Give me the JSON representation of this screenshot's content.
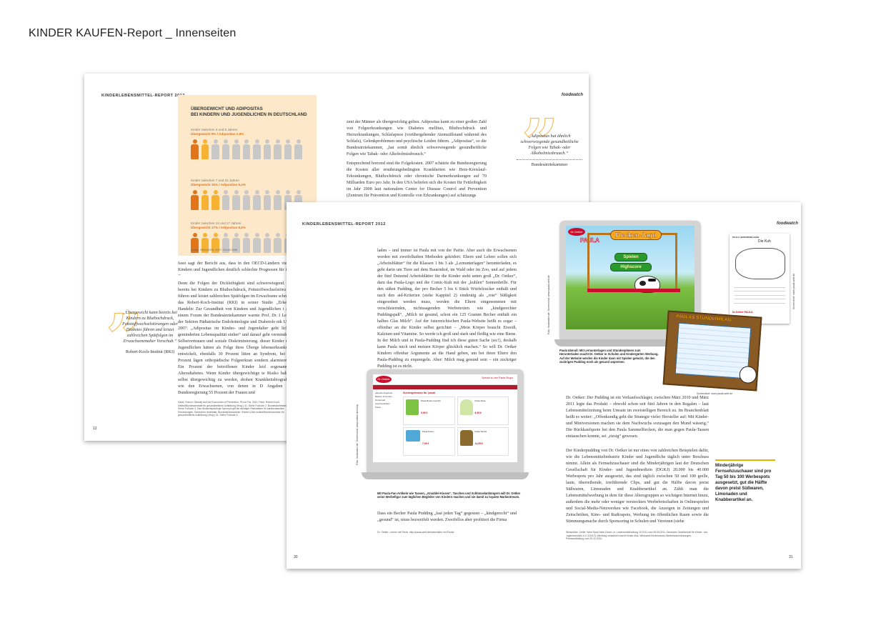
{
  "heading": "KINDER KAUFEN-Report _ Innenseiten",
  "back": {
    "header": "KINDERLEBENSMITTEL-REPORT 2012",
    "logo": "foodwatch",
    "page_number": "12",
    "infographic": {
      "title_line1": "ÜBERGEWICHT UND ADIPOSITAS",
      "title_line2": "BEI KINDERN UND JUGENDLICHEN IN DEUTSCHLAND",
      "groups": [
        {
          "label": "Kinder zwischen 3 und 6 Jahren",
          "value": "Übergewicht 9% / Adipositas 2,9%"
        },
        {
          "label": "Kinder zwischen 7 und 10 Jahren",
          "value": "Übergewicht 15% / Adipositas 6,4%"
        },
        {
          "label": "Kinder zwischen 14 und 17 Jahren",
          "value": "Übergewicht 17% / Adipositas 8,5%"
        }
      ],
      "source": "Quelle: RKI/KiGGS, 2007; SCAN 2008"
    },
    "col1_top": "fasst sagt der Bericht aus, dass in den OECD-Ländern vielen Kindern und Jugendlichen deutlich schlechte Prognosen für ihre G",
    "col1": "Denn die Folgen der Dickleibigkeit sind schwerwiegend. „Ü bereits bei Kindern zu Bluthochdruck, Fettstoffwechselstöru tes führen und leistet zahlreichen Spätfolgen im Erwachsene schreibt das Robert-Koch-Institut (RKI) in seiner Studie „Erke – Handeln: Zur Gesundheit von Kindern und Jugendlichen i Auf einem Forum der Bundesärztekammer warnte Prof. Dr. I Leiter der Sektion Pädiatrische Endokrinologie und Diabetolo nik Ulm, 2007: „Adipositas im Kindes- und Jugendalter geht lichen geminderten Lebensqualität einher“ und darauf geht verminderte Selbstvertrauen und soziale Diskriminierung. dieser Kinder und Jugendlichen hätten als Folge ihres Überge lebenserkrankung entwickelt, ebenfalls 30 Prozent litten an Syndrom, bei 25 Prozent lägen orthopädische Folgeerkran sondern alarmierend: Ein Prozent der betroffenen Kinder leid sogenannten Altersdiabetes. Wenn Kinder übergewichtige te Risiko haben, selbst übergewichtig zu werden, drohen Krankheitsbiografien wie den Erwachsenen, von denen in D Angaben der Bundesregierung 55 Prozent der Frauen und",
    "col2_p1": "zent der Männer als übergewichtig gelten. Adipositas kann zu einer großen Zahl von Folgeerkrankungen wie Diabetes mellitus, Bluthochdruck und Herzerkrankungen, Schlafapnoe (vorübergehender Atemstillstand während des Schlafs), Gelenkproblemen und psychische Leiden führen. „Adipositas“, so die Bundesärztekammer, „hat somit ähnlich schwerwiegende gesundheitliche Folgen wie Tabak- oder Alkoholmissbrauch.“",
    "col2_p2": "Entsprechend horrend sind die Folgekosten. 2007 schätzte die Bundesregierung die Kosten aller ernährungsbedingten Krankheiten wie Herz-Kreislauf-Erkrankungen, Bluthochdruck oder chronische Darmerkrankungen auf 70 Milliarden Euro pro Jahr. In den USA beliefen sich die Kosten für Fettleibigkeit im Jahr 2008 laut nationalem Center for Disease Control and Prevention (Zentrum für Prävention und Kontrolle von Erkrankungen) auf schätzungs",
    "quote_right": "„Adipositas hat ähnlich schwerwiegende gesundheitliche Folgen wie Tabak- oder Alkoholmissbrauch.“",
    "quote_right_src": "Bundesärztekammer",
    "quote_left": "„Übergewicht kann bereits bei Kindern zu Bluthochdruck, Fettstoffwechselstörungen oder Diabetes führen und leistet zahlreichen Spätfolgen im Erwachsenenalter Vorschub.“",
    "quote_left_src": "Robert-Koch-Institut (RKI)",
    "footnotes": "Sassi, Franco: Obesity and the Economics of Prevention, Fit not Fat, 2010, Paris. Robert-Koch-Institut/Bundeszentrale für gesundheitliche Aufklärung (Hrsg.) 41. Siehe Fußnote 2. Bundesärztekammer: Siehe Fußnote 3. Das deutschsprachige Synonym gilt als wichtiger Risikofaktor für kardiovaskuläre Erkrankungen. Deutsches Ärzteblatt, Bundesärztekammer. Robert-Koch-Institut/Bundeszentrale für gesundheitliche Aufklärung (Hrsg.) 41. Siehe Fußnote 2."
  },
  "front": {
    "header": "KINDERLEBENSMITTEL-REPORT 2012",
    "logo": "foodwatch",
    "page_left": "30",
    "page_right": "31",
    "col_text": "laden – und immer ist Paula mit von der Partie. Aber auch die Erwachsenen werden mit zweifelhaften Methoden geködert: Eltern und Lehrer sollen sich „Arbeitsblätter“ für die Klassen 1 bis 3 als „Lernunterlagen“ herunterladen, es geht darin um Tiere auf dem Bauernhof, im Wald oder im Zoo, und auf jedem der fünf Dutzend Arbeitsblätter für die Kinder steht unten groß „Dr. Oetker“, daru das Paula-Logo und die Comic-Kuh mit der „kuhlen“ Sonnenbrille. Für den süßen Pudding, der pro Becher 5 bis 6 Stück Würfelzucker enthält und nach den aid-Kriterien (siehe Kappitel 2) eindeutig als „rote“ Süßigkeit eingeordnet werden muss, werden die Eltern eingenommen mit verschleiernden, nichtssagenden Werbetexten wie „kindgerechter Puddingspaß“, „Milch ist gesund, schon ein 125 Gramm Becher enthält ein halbes Glas Milch“. Auf der österreichischen Paula-Website heißt es sogar – offenbar an die Kinder selbst gerichtet – „Mein Körper braucht Eiweiß, Kalzium und Vitamine. So werde ich groß und stark und fleißig wie eine Biene. In der Milch und in Paula-Pudding find ich diese guten Sache (sic!), deshalb kann Paula mich und meinen Körper glücklich machen.“ So will Dr. Oetker Kindern offenbar Argumente an die Hand geben, um bei ihren Eltern den Paula-Pudding zu erquengeln. Aber: Milch mag gesund sein – ein zuckriger Pudding ist es nicht.",
    "col_bottom": "Dass ein Becher Paula Pudding „fast jeden Tag“ gegessen – „kindgerecht“ und „gesund“ ist, muss bezweifelt werden. Zweifellos aber profitiert die Firma",
    "foot_left": "Dr. Oetker: Lernen mit Paula, http://paula-welt.de/materialien-mit-Paula/",
    "caption_left": "Mit Paula-Fan-Artikeln wie Tassen, „Knuddel-Kissen“, Taschen und Schlüsselanhängern will Dr. Oetker seine Werbefigur zum täglichen Begleiter von Kindern machen und sie damit zu loyalen Markentreuen.",
    "credit_left": "Foto: foodwatch.de; Screenshot: www.oetker.de/shop",
    "shop": {
      "brand": "Dr.Oetker",
      "banner": "Spezial zu den Paula Shops",
      "heading": "Suchergebnisse für 'paula'",
      "sidebar": [
        "Aktuelle Angebote",
        "Backen & Kochen",
        "Kinderwelt",
        "Geschenkideen",
        "Paula"
      ],
      "products": [
        {
          "name": "Paula Muster-Geschirr",
          "price": "9,95 €"
        },
        {
          "name": "Paula Tasse",
          "price": "6,95 €"
        },
        {
          "name": "Paula Kissen",
          "price": "7,95 €"
        },
        {
          "name": "Paula Tasche",
          "price": "14,95 €"
        }
      ]
    },
    "game": {
      "brand": "Dr.Oetker",
      "mascot": "PAULA",
      "title": "Flecken-Jagd",
      "btn_play": "Spielen",
      "btn_score": "Highscore"
    },
    "caption_game": "Paula überall: Mit Lernunterlagen und Stundenplänen zum Herunterladen macht Dr. Oetker in Schulen und Kindergärten Werbung. Auf der Website werden die Kinder dann mit Spielen gelockt, die den zuckrigen Pudding noch als gesund anpreisen.",
    "credit_game": "Foto: foodwatch.de; Screenshot: www.paula-welt.de",
    "credit_sheet": "Screenshot: www.paula-welt.de",
    "credit_plan": "Screenshot: www.paula-welt.de",
    "worksheet": {
      "title": "Die Kuh",
      "header": "PAULA LERNUNTERLAGEN",
      "logo": "Dr.Oetker PAULA"
    },
    "timetable": {
      "title": "PAULAS STUNDENPLAN"
    },
    "col_right_p1": "Dr. Oetker: Der Pudding ist ein Verkaufsschlager, zwischen März 2010 und März 2011 legte das Produkt – obwohl schon seit fünf Jahren in den Regalen – laut Lebensmittelzeitung beim Umsatz im zweistelligen Bereich zu. Im Branchenblatt heißt es weiter: „Offenkundig geht die Strategie vieler Hersteller auf: Mit Kinder- und Miniversionen machen sie dem Nachwuchs sozusagen den Mund wässrig.“ Die Rückkaufquote bei den Paula Sammelfiecken, die man gegen Paula-Tassen eintauschen konnte, sei „riesig“ gewesen.",
    "col_right_p2": "Der Kinderpudding von Dr. Oetker ist nur eines von zahlreichen Beispielen dafür, wie die Lebensmittelindustrie Kinder und Jugendliche täglich unter Beschuss nimmt. Allein als Fernsehzuschauer sind die Minderjährigen laut der Deutschen Gesellschaft für Kinder- und Jugendmedizin (DGKJ) 20.000 bis 40.000 Werbespots pro Jahr ausgesetzt, das sind täglich zwischen 50 und 100 grelle, laute, überreibende, irreführende Clips, und gut die Hälfte davon preist Süßwaren, Limonaden und Knabberartikel an. Zählt man die Lebensmittelwerbung in dem für diese Altersgruppen so wichtigen Internet hinzu, außerdem die mehr oder weniger versteckten Werbebotschaften in Onlinespielen und Social-Media-Netzwerken wie Facebook, die Anzeigen in Zeitungen und Zeitschriften, Kino- und Radiospots, Werbung im öffentlichen Raum sowie die Stimmungsmache durch Sponsoring in Schulen und Vereinen (siehe",
    "foot_right": "Wiesmüller, Joëlle: Wohl Spaß beim Essen, in: Lebensmittelzeitung 19.2011 vom 06.05.2011. Deutsche Gesellschaft für Kinder- und Jugendmedizin e.V. (DGKJ): Werbung schaukeln macht Kinder dick. Wirksame Kinderschutz-Werbebeschränkungen, Pressemitteilung vom 20.10.2010.",
    "sidebox": "Minderjährige Fernsehzuschauer sind pro Tag 50 bis 100 Werbespots ausgesetzt, gut die Hälfte davon preist Süßwaren, Limonaden und Knabberartikel an."
  },
  "colors": {
    "accent": "#e8b400",
    "infographic_bg": "#fde9c9",
    "orange_dark": "#e2741a",
    "orange_light": "#f6b232",
    "grey_fig": "#c8c8c8"
  }
}
